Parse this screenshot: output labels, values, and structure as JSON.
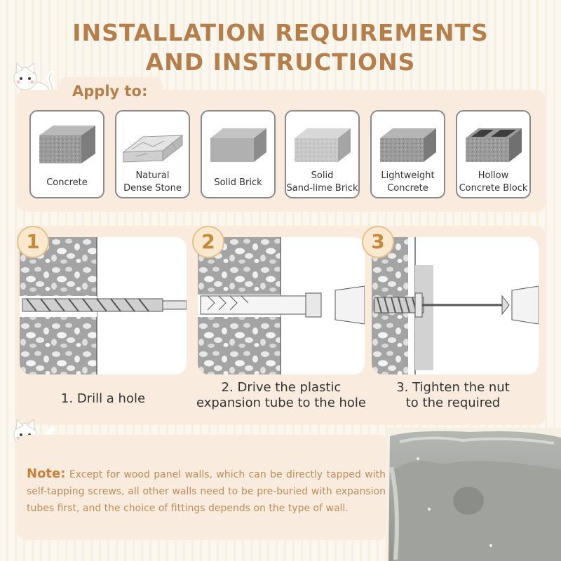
{
  "header": {
    "title_line1": "INSTALLATION REQUIREMENTS",
    "title_line2": "AND INSTRUCTIONS"
  },
  "apply": {
    "label": "Apply to:",
    "materials": [
      {
        "icon": "concrete-block-icon",
        "line1": "",
        "line2": "Concrete"
      },
      {
        "icon": "stone-block-icon",
        "line1": "Natural",
        "line2": "Dense Stone"
      },
      {
        "icon": "solid-brick-icon",
        "line1": "",
        "line2": "Solid Brick"
      },
      {
        "icon": "sand-lime-brick-icon",
        "line1": "Solid",
        "line2": "Sand-lime Brick"
      },
      {
        "icon": "lightweight-concrete-icon",
        "line1": "Lightweight",
        "line2": "Concrete"
      },
      {
        "icon": "hollow-concrete-block-icon",
        "line1": "Hollow",
        "line2": "Concrete Block"
      }
    ]
  },
  "steps": [
    {
      "number": "1",
      "line1": "1. Drill a hole",
      "line2": ""
    },
    {
      "number": "2",
      "line1": "2. Drive the plastic",
      "line2": "expansion tube to the hole"
    },
    {
      "number": "3",
      "line1": "3. Tighten the nut",
      "line2": "to the required"
    }
  ],
  "note": {
    "head": "Note:",
    "body": " Except for wood panel walls, which can be directly tapped with self-tapping screws, all other walls need to be pre-buried with expansion tubes first, and the choice of fittings depends on the type of wall."
  },
  "colors": {
    "title": "#b57f4c",
    "panel": "#f9ebdd",
    "note_text": "#c08c5a",
    "step_number": "#c78a3b"
  }
}
